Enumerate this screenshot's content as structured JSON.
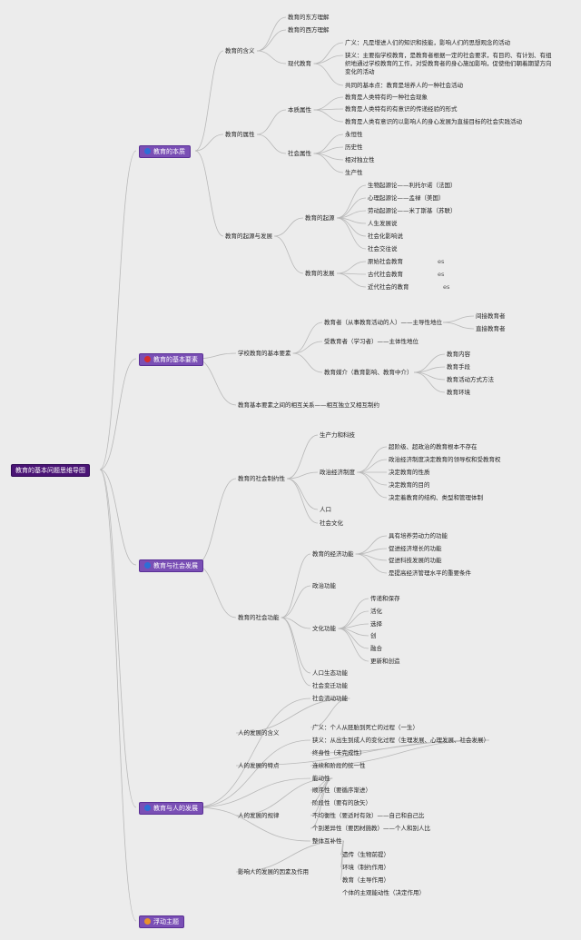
{
  "root": "教育的基本问题思维导图",
  "topics": {
    "t1": "教育的本质",
    "t2": "教育的基本要素",
    "t3": "教育与社会发展",
    "t4": "教育与人的发展",
    "t5": "浮动主题"
  },
  "colors": {
    "t1": "#2d6fd6",
    "t2": "#d62d2d",
    "t3": "#2d6fd6",
    "t4": "#2d6fd6",
    "t5": "#e8922a"
  },
  "nodes": [
    "教育的含义",
    "教育的东方理解",
    "教育的西方理解",
    "现代教育",
    "广义：凡是增进人们的知识和技能，影响人们的思想观念的活动",
    "狭义：主要指学校教育，是教育者根据一定的社会要求，有目的、有计划、有组",
    "织地通过学校教育的工作，对受教育者的身心施加影响，促使他们朝着期望方向",
    "变化的活动",
    "共同的基本点：教育是培养人的一种社会活动",
    "教育的属性",
    "本质属性",
    "教育是人类特有的一种社会现象",
    "教育是人类特有的有意识的传递经验的形式",
    "教育是人类有意识的以影响人的身心发展为直接目标的社会实践活动",
    "社会属性",
    "永恒性",
    "历史性",
    "相对独立性",
    "生产性",
    "教育的起源与发展",
    "教育的起源",
    "生物起源论——利托尔诺（法国）",
    "心理起源论——孟禄（美国）",
    "劳动起源论——米丁斯基（苏联）",
    "人生发展说",
    "社会化影响说",
    "社会交往说",
    "教育的发展",
    "原始社会教育",
    "古代社会教育",
    "近代社会的教育",
    "es",
    "es",
    "es",
    "学校教育的基本要素",
    "教育者（从事教育活动的人）——主导性地位",
    "间接教育者",
    "直接教育者",
    "受教育者（学习者）——主体性地位",
    "教育媒介（教育影响、教育中介）",
    "教育内容",
    "教育手段",
    "教育活动方式方法",
    "教育环境",
    "教育基本要素之间的相互关系——相互独立又相互制约",
    "教育的社会制约性",
    "生产力和科技",
    "政治经济制度",
    "超阶级、超政治的教育根本不存在",
    "政治经济制度决定教育的领导权和受教育权",
    "决定教育的性质",
    "决定教育的目的",
    "决定着教育的结构、类型和管理体制",
    "人口",
    "社会文化",
    "教育的社会功能",
    "教育的经济功能",
    "具有培养劳动力的功能",
    "促进经济增长的功能",
    "促进科技发展的功能",
    "是提高经济管理水平的重要条件",
    "政治功能",
    "文化功能",
    "传递和保存",
    "活化",
    "选择",
    "创",
    "融合",
    "更新和创造",
    "人口生态功能",
    "社会变迁功能",
    "社会流动功能",
    "人的发展的含义",
    "广义：个人从胚胎到死亡的过程（一生）",
    "狭义：从出生到成人的变化过程（生理发展、心理发展、社会发展）",
    "人的发展的特点",
    "终身性（未完成性）",
    "连续和阶段的统一性",
    "能动性",
    "人的发展的规律",
    "顺序性（要循序渐进）",
    "阶段性（要有的放矢）",
    "不均衡性（要适时有效）——自己和自己比",
    "个别差异性（要因材施教）——个人和别人比",
    "整体互补性",
    "影响人的发展的因素及作用",
    "遗传（生物前提）",
    "环境（制约作用）",
    "教育（主导作用）",
    "个体的主观能动性（决定作用）"
  ]
}
